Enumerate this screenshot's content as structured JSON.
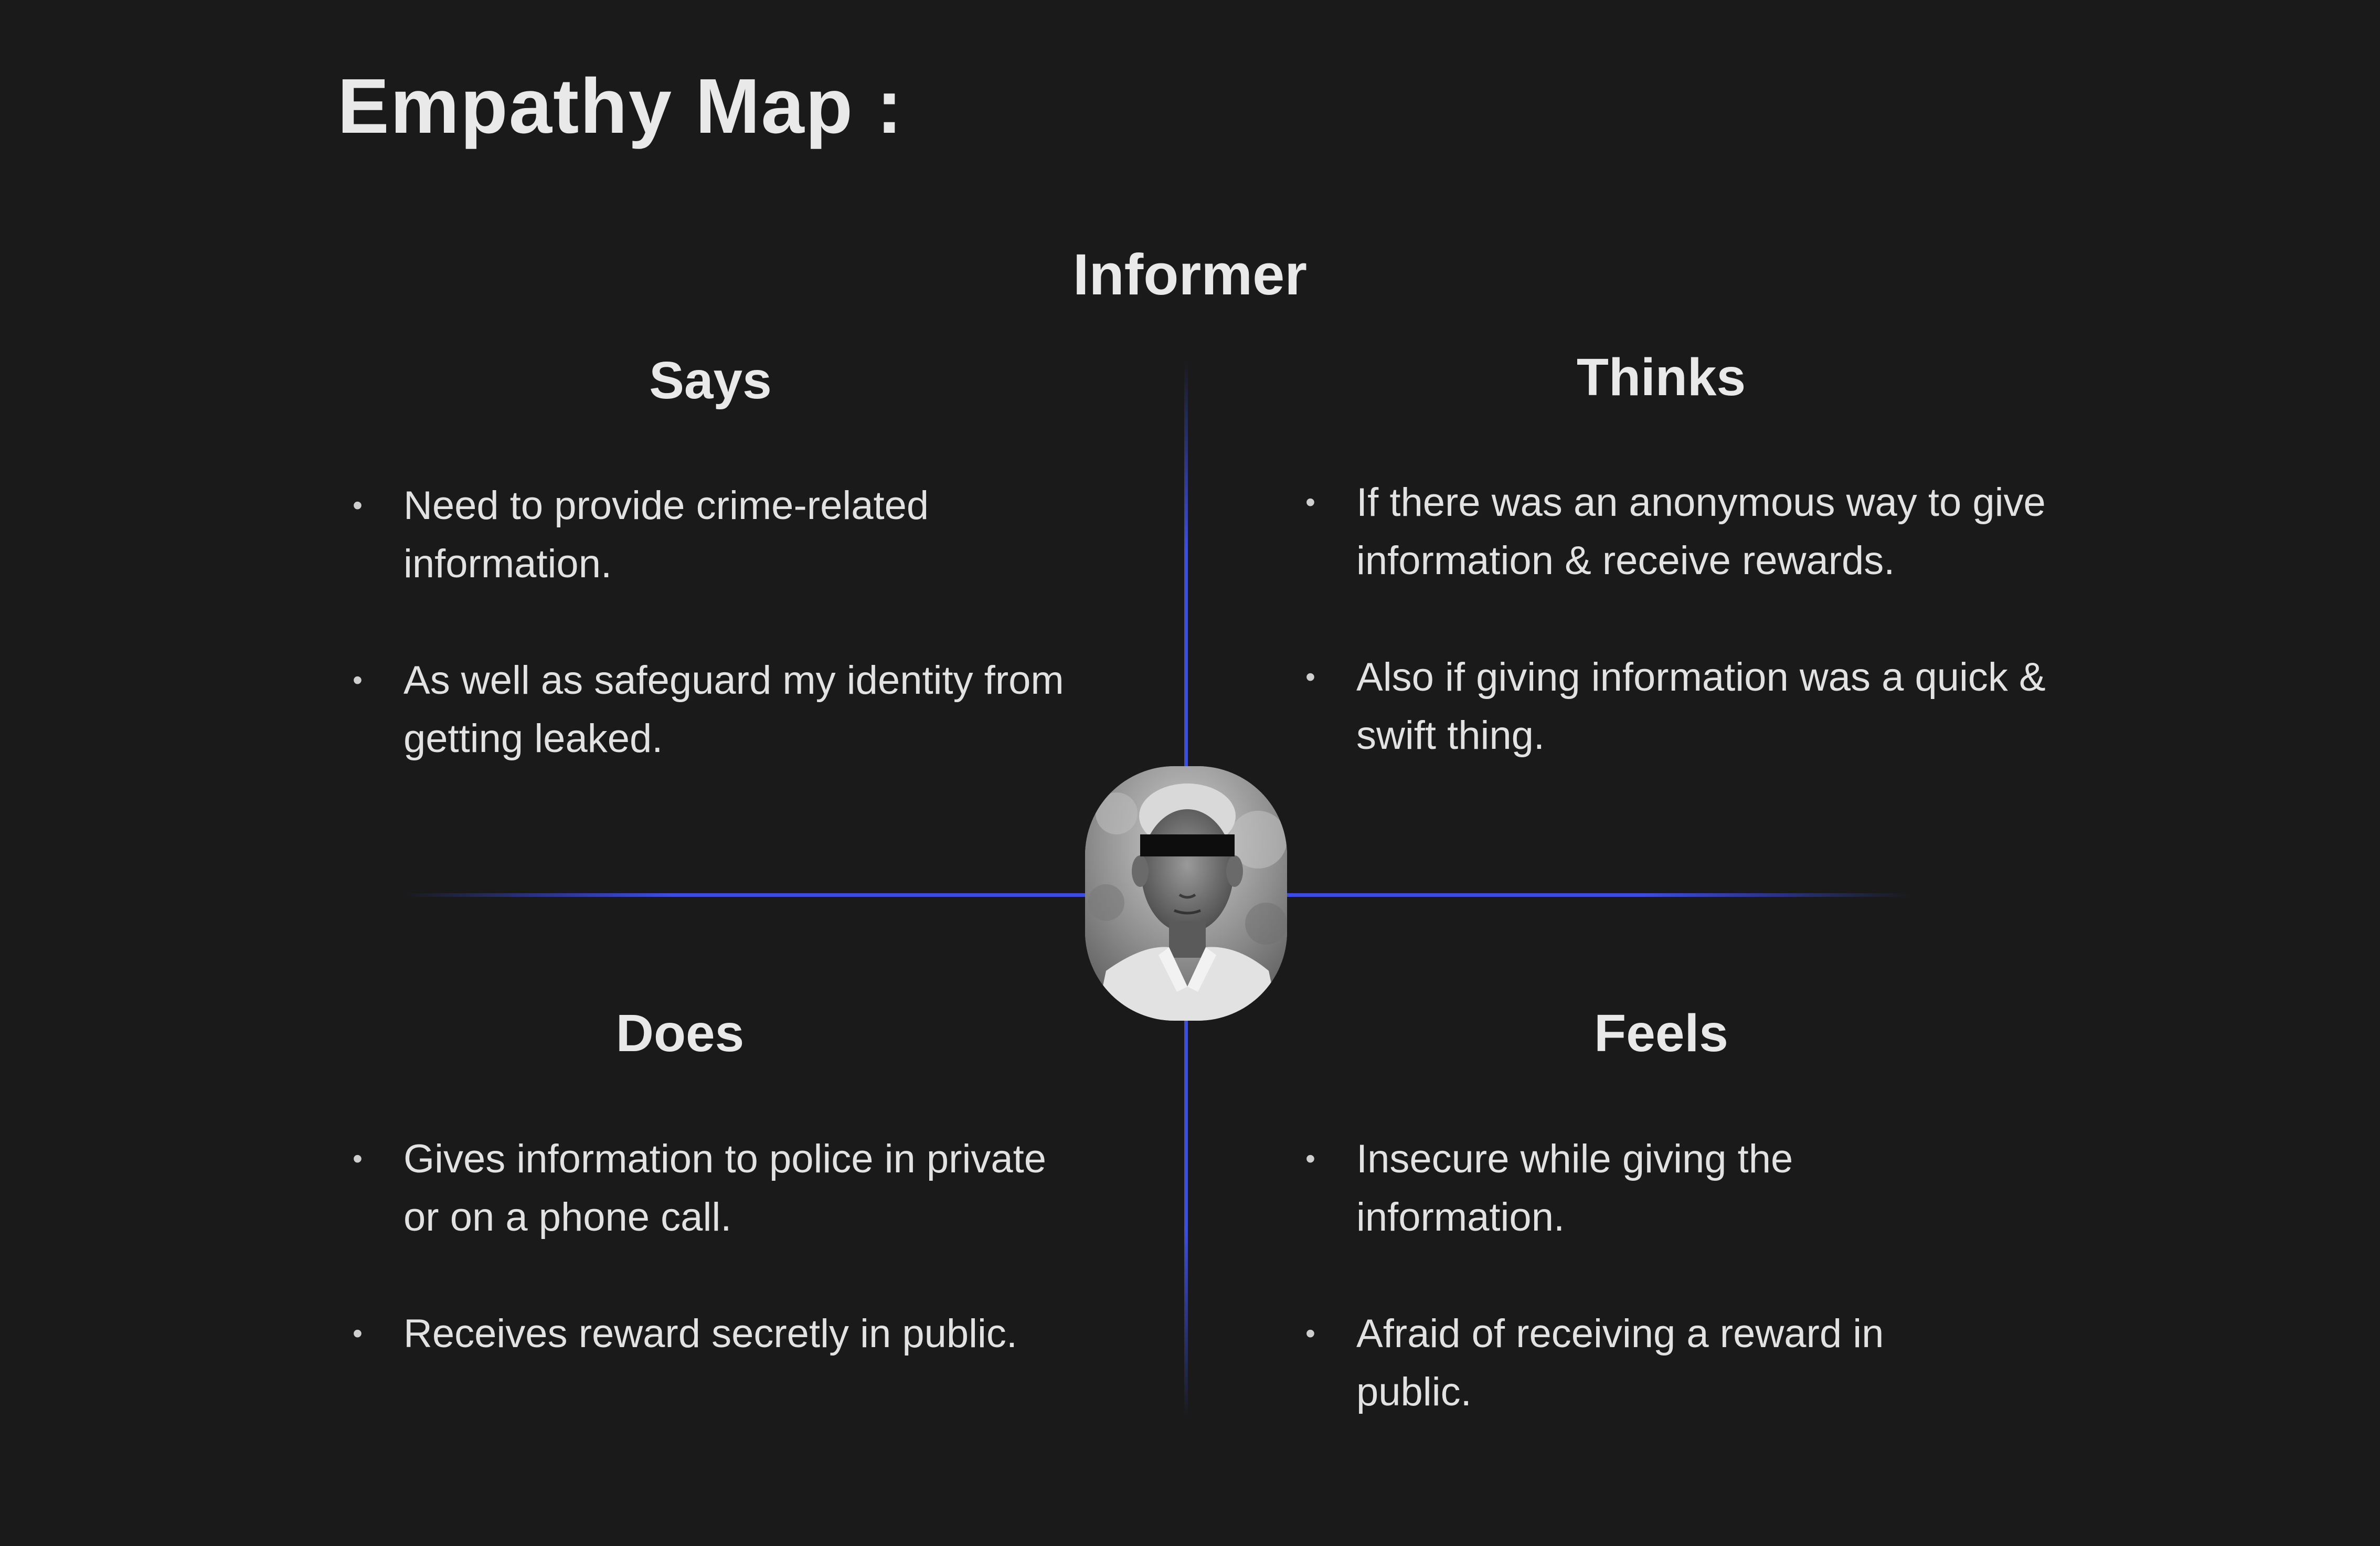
{
  "title": "Empathy Map :",
  "persona": "Informer",
  "quadrants": {
    "says": {
      "title": "Says",
      "items": [
        "Need to provide crime-related information.",
        "As well as safeguard my identity from getting leaked."
      ]
    },
    "thinks": {
      "title": "Thinks",
      "items": [
        "If there was an anonymous way to give information & receive rewards.",
        "Also if giving information was a quick & swift thing."
      ]
    },
    "does": {
      "title": "Does",
      "items": [
        "Gives information to police in private or on a phone call.",
        "Receives reward secretly in public."
      ]
    },
    "feels": {
      "title": "Feels",
      "items": [
        "Insecure while giving the information.",
        "Afraid of receiving a reward in public."
      ]
    }
  },
  "colors": {
    "background": "#1a1a1b",
    "axis": "#3a4ee6",
    "text": "#e4e4e4"
  },
  "avatar": {
    "icon": "persona-photo-with-censor-bar"
  }
}
